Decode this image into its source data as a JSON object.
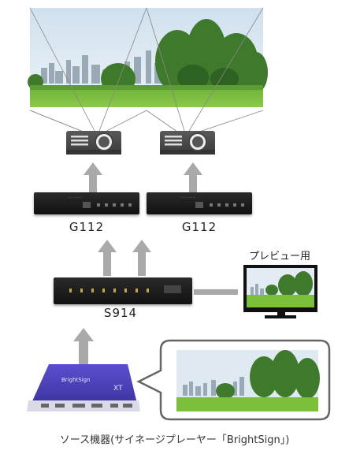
{
  "diagram": {
    "switchers": [
      {
        "label": "G112"
      },
      {
        "label": "G112"
      }
    ],
    "scaler": {
      "label": "S914"
    },
    "preview": {
      "label": "プレビュー用"
    },
    "source": {
      "caption": "ソース機器(サイネージプレーヤー「BrightSign」)",
      "brand": "BrightSign",
      "model": "XT"
    }
  },
  "colors": {
    "arrow": "#a9a9a9",
    "device": "#1c1c1c",
    "player": "#4b3fb0",
    "bubble_border": "#666666",
    "sky": "#dfe9f1",
    "grass": "#7cbf3a"
  }
}
